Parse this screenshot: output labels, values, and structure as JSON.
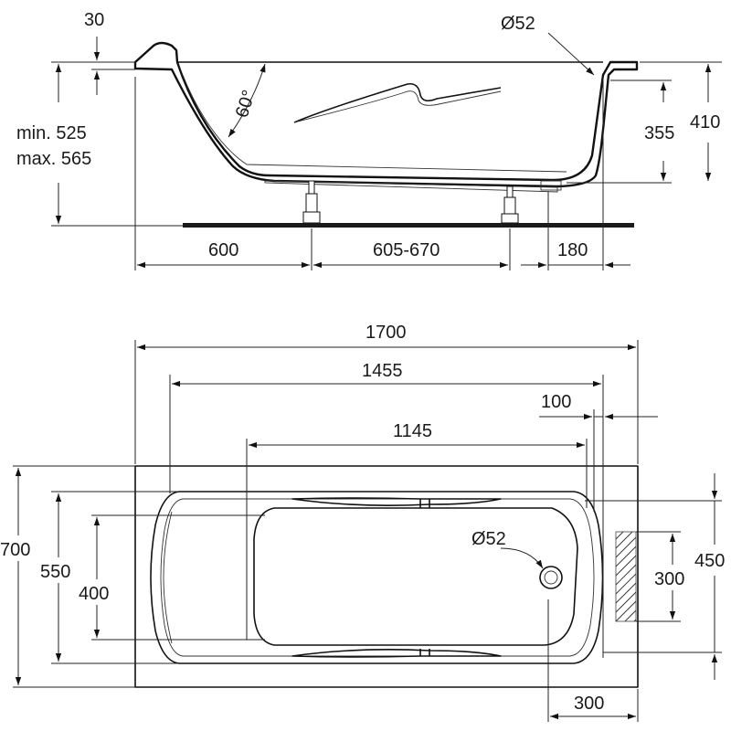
{
  "side_view": {
    "rim_thickness": "30",
    "height_min": "min. 525",
    "height_max": "max. 565",
    "angle": "60°",
    "drain_diameter": "Ø52",
    "depth_inner": "355",
    "depth_total": "410",
    "dim_head_to_leg": "600",
    "dim_leg_span": "605-670",
    "dim_leg_to_drain": "180"
  },
  "top_view": {
    "length_total": "1700",
    "length_inner": "1455",
    "drain_offset": "100",
    "length_bottom": "1145",
    "width_total": "700",
    "width_inner": "550",
    "width_bottom": "400",
    "drain_diameter": "Ø52",
    "drain_zone_height": "300",
    "drain_zone_from_center": "450",
    "drain_zone_width": "300"
  }
}
